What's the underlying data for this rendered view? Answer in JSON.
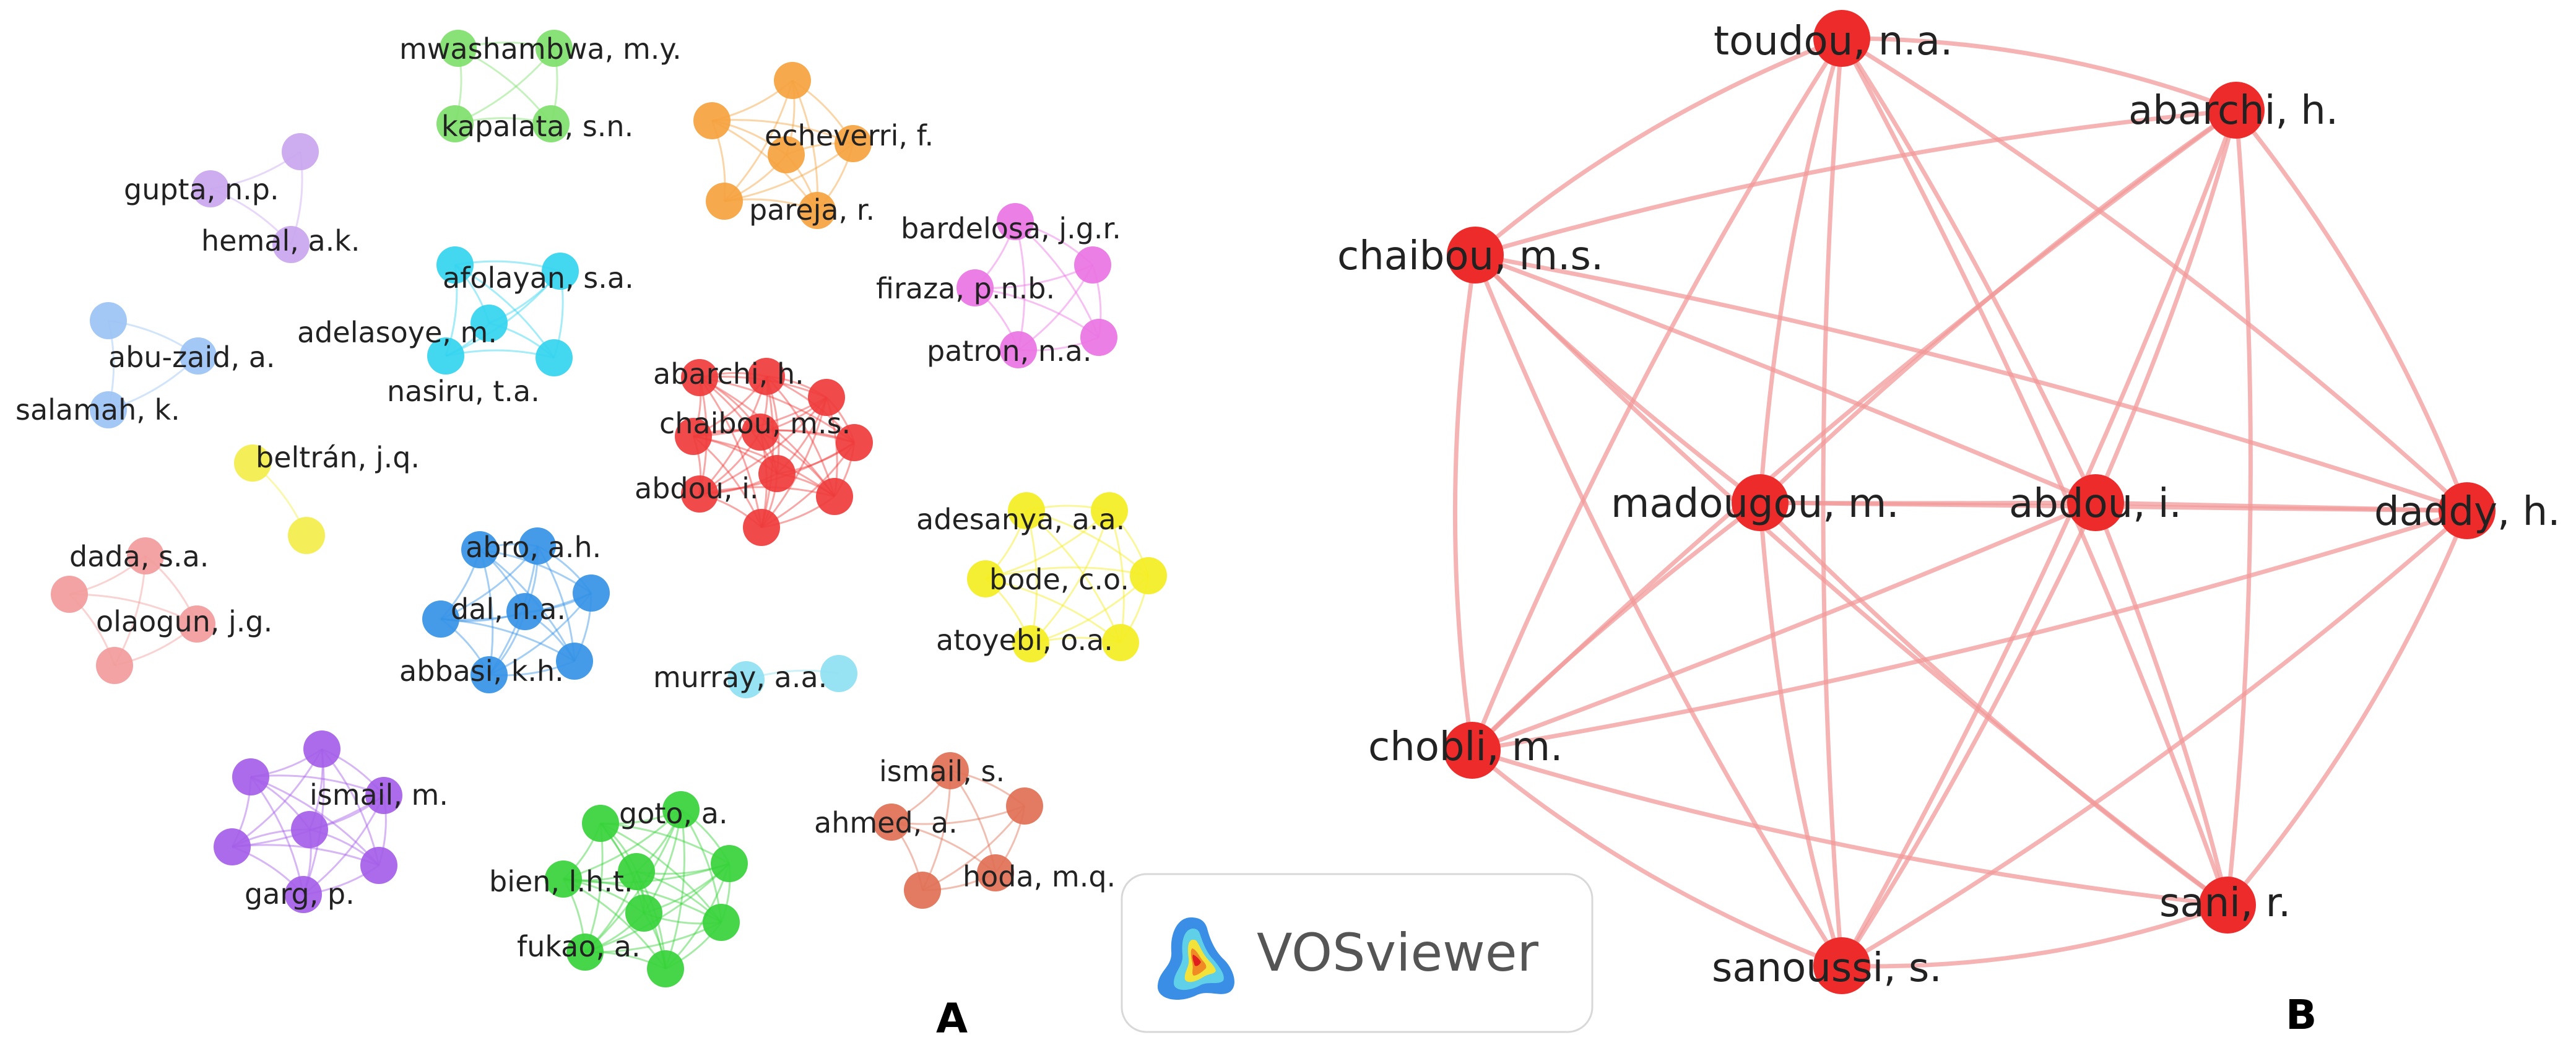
{
  "panel_a": {
    "letter": "A",
    "clusters": [
      {
        "id": "mwashambwa",
        "color": "#7ee06b",
        "labels": [
          "mwashambwa, m.y.",
          "kapalata, s.n."
        ]
      },
      {
        "id": "echeverri",
        "color": "#f5a23e",
        "labels": [
          "echeverri, f.",
          "pareja, r."
        ]
      },
      {
        "id": "gupta",
        "color": "#c9a6ef",
        "labels": [
          "gupta, n.p.",
          "hemal, a.k."
        ]
      },
      {
        "id": "afolayan",
        "color": "#33d4ef",
        "labels": [
          "afolayan, s.a.",
          "adelasoye, m.",
          "nasiru, t.a."
        ]
      },
      {
        "id": "bardelosa",
        "color": "#ea74e3",
        "labels": [
          "bardelosa, j.g.r.",
          "firaza, p.n.b.",
          "patron, n.a."
        ]
      },
      {
        "id": "abuzaid",
        "color": "#9cc3f5",
        "labels": [
          "abu-zaid, a.",
          "salamah, k."
        ]
      },
      {
        "id": "abarchiA",
        "color": "#ef3b3b",
        "labels": [
          "abarchi, h.",
          "chaibou, m.s.",
          "abdou, i."
        ]
      },
      {
        "id": "beltran",
        "color": "#f3ee4b",
        "labels": [
          "beltrán, j.q."
        ]
      },
      {
        "id": "dada",
        "color": "#f29b9b",
        "labels": [
          "dada, s.a.",
          "olaogun, j.g."
        ]
      },
      {
        "id": "abro",
        "color": "#3592e6",
        "labels": [
          "abro, a.h.",
          "dal, n.a.",
          "abbasi, k.h."
        ]
      },
      {
        "id": "adesanya",
        "color": "#f4ee22",
        "labels": [
          "adesanya, a.a.",
          "bode, c.o.",
          "atoyebi, o.a."
        ]
      },
      {
        "id": "murray",
        "color": "#8ee0f2",
        "labels": [
          "murray, a.a."
        ]
      },
      {
        "id": "ismailM",
        "color": "#a45ee8",
        "labels": [
          "ismail, m.",
          "garg, p."
        ]
      },
      {
        "id": "goto",
        "color": "#37d23a",
        "labels": [
          "goto, a.",
          "bien, l.h.t.",
          "fukao, a."
        ]
      },
      {
        "id": "ismailS",
        "color": "#e07055",
        "labels": [
          "ismail, s.",
          "ahmed, a.",
          "hoda, m.q."
        ]
      }
    ]
  },
  "logo": {
    "text": "VOSviewer"
  },
  "panel_b": {
    "letter": "B",
    "node_color": "#ee2b2b",
    "edge_color": "#f29999",
    "nodes": [
      "toudou, n.a.",
      "abarchi, h.",
      "chaibou, m.s.",
      "madougou, m.",
      "abdou, i.",
      "daddy, h.",
      "chobli, m.",
      "sani, r.",
      "sanoussi, s."
    ]
  }
}
